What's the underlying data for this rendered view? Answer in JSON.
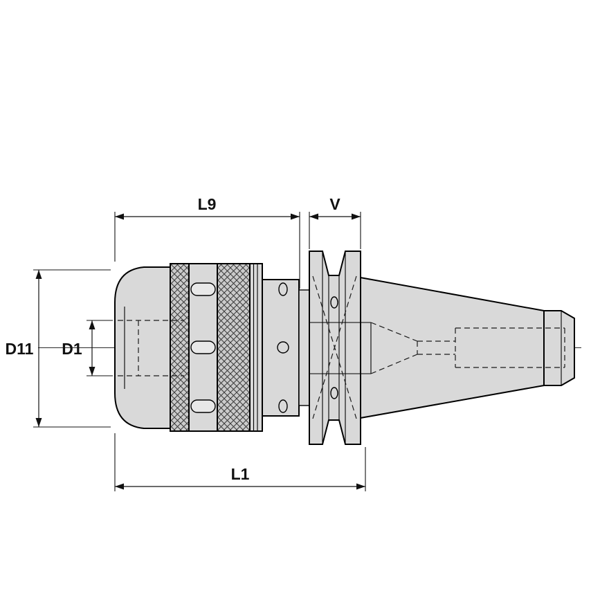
{
  "drawing": {
    "name": "drill-chuck-tool-holder-technical-drawing",
    "dimension_labels": {
      "l9": "L9",
      "v": "V",
      "d11": "D11",
      "d1": "D1",
      "l1": "L1"
    },
    "colors": {
      "background": "#ffffff",
      "part_fill": "#d9d9d9",
      "knurl_fill": "#cbcbcb",
      "slot_fill": "#e8e8e8",
      "outline": "#000000"
    }
  }
}
